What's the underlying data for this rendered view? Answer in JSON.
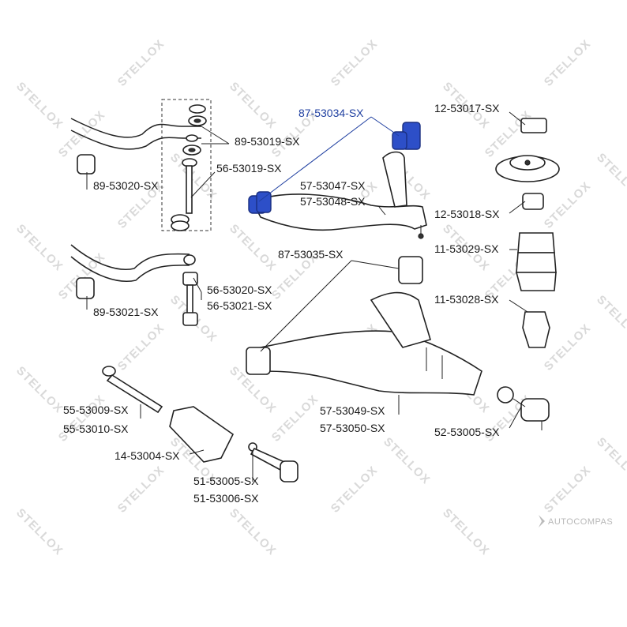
{
  "watermark": {
    "text": "STELLOX"
  },
  "branding": {
    "text": "AUTOCOMPAS"
  },
  "callouts": [
    {
      "id": "c1",
      "text": "87-53034-SX",
      "highlight": true
    },
    {
      "id": "c2",
      "text": "12-53017-SX"
    },
    {
      "id": "c3",
      "text": "89-53019-SX"
    },
    {
      "id": "c4",
      "text": "56-53019-SX"
    },
    {
      "id": "c5",
      "text": "89-53020-SX"
    },
    {
      "id": "c6",
      "text": "57-53047-SX"
    },
    {
      "id": "c7",
      "text": "57-53048-SX"
    },
    {
      "id": "c8",
      "text": "12-53018-SX"
    },
    {
      "id": "c9",
      "text": "11-53029-SX"
    },
    {
      "id": "c10",
      "text": "87-53035-SX"
    },
    {
      "id": "c11",
      "text": "56-53020-SX"
    },
    {
      "id": "c12",
      "text": "56-53021-SX"
    },
    {
      "id": "c13",
      "text": "89-53021-SX"
    },
    {
      "id": "c14",
      "text": "11-53028-SX"
    },
    {
      "id": "c15",
      "text": "55-53009-SX"
    },
    {
      "id": "c16",
      "text": "55-53010-SX"
    },
    {
      "id": "c17",
      "text": "57-53049-SX"
    },
    {
      "id": "c18",
      "text": "57-53050-SX"
    },
    {
      "id": "c19",
      "text": "52-53005-SX"
    },
    {
      "id": "c20",
      "text": "14-53004-SX"
    },
    {
      "id": "c21",
      "text": "51-53005-SX"
    },
    {
      "id": "c22",
      "text": "51-53006-SX"
    }
  ]
}
